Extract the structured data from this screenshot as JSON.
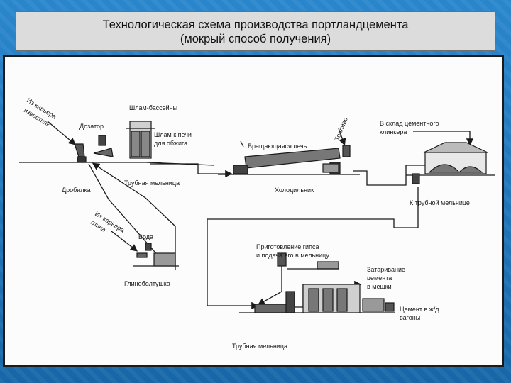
{
  "title": {
    "line1": "Технологическая схема производства портландцемента",
    "line2": "(мокрый способ получения)"
  },
  "labels": {
    "from_quarry_limestone_1": "Из карьера",
    "from_quarry_limestone_2": "известняк",
    "doser": "Дозатор",
    "slurry_basins": "Шлам-бассейны",
    "slurry_to_kiln_1": "Шлам к печи",
    "slurry_to_kiln_2": "для обжига",
    "crusher": "Дробилка",
    "tube_mill_1": "Трубная мельница",
    "rotary_kiln": "Вращающаяся печь",
    "fuel": "Топливо",
    "to_clinker_warehouse_1": "В склад цементного",
    "to_clinker_warehouse_2": "клинкера",
    "cooler": "Холодильник",
    "to_tube_mill": "К трубной мельнице",
    "from_quarry_clay_1": "Из карьера",
    "from_quarry_clay_2": "глина",
    "water": "Вода",
    "clay_mixer": "Глиноболтушка",
    "gypsum_prep_1": "Приготовление гипса",
    "gypsum_prep_2": "и подача его в мельницу",
    "bagging_1": "Затаривание",
    "bagging_2": "цемента",
    "bagging_3": "в мешки",
    "rail_1": "Цемент в ж/д",
    "rail_2": "вагоны",
    "tube_mill_2": "Трубная мельница"
  },
  "colors": {
    "background": "#1d73b8",
    "title_box": "#dcdcdc",
    "diagram_bg": "#fcfcfc",
    "ink": "#1a1a1a"
  }
}
